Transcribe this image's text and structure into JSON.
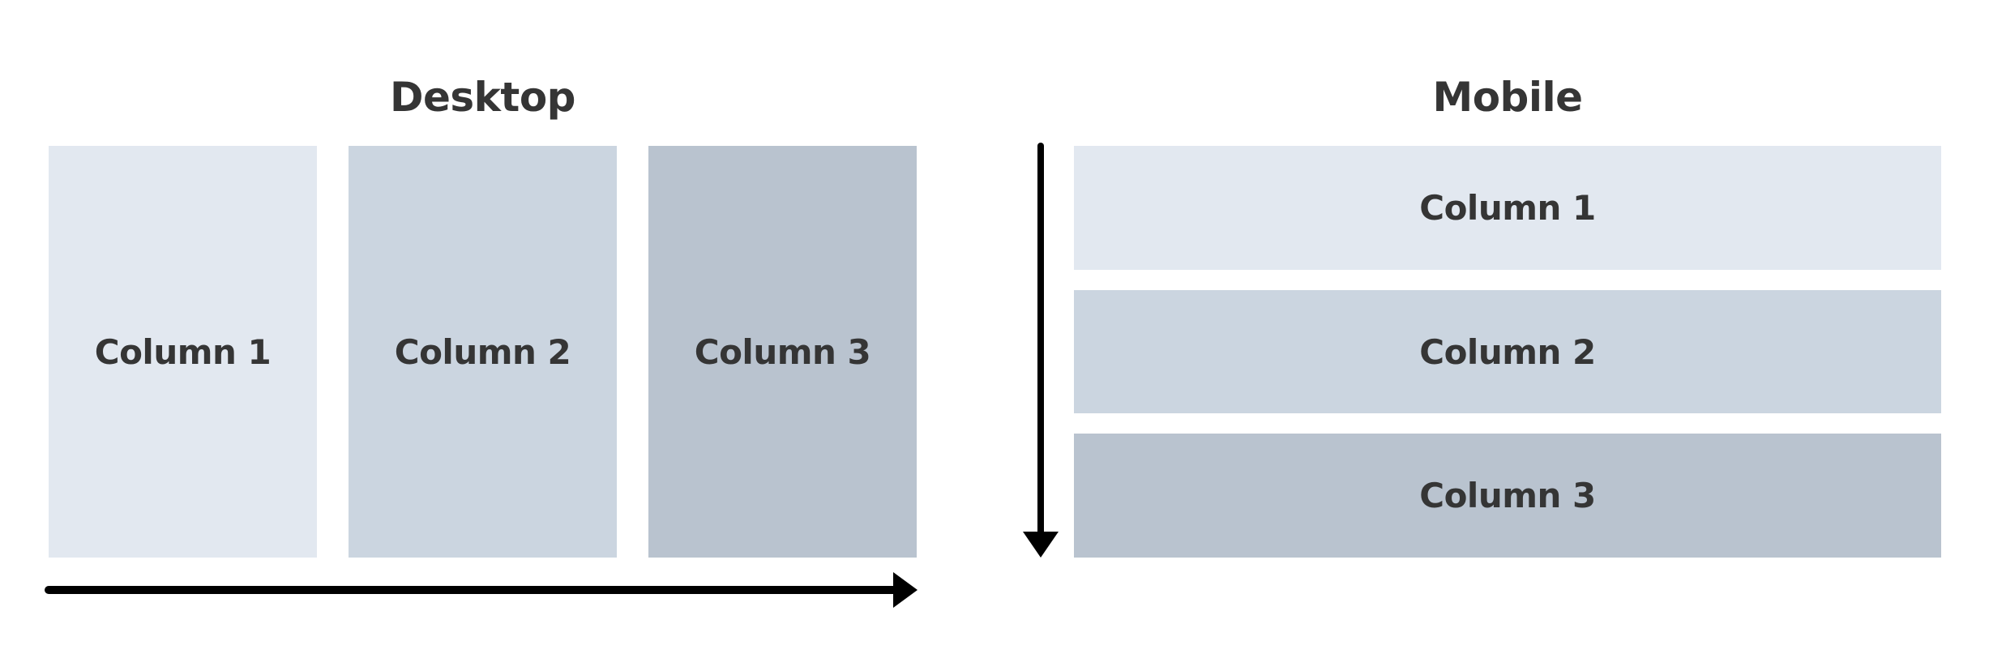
{
  "desktop": {
    "title": "Desktop",
    "columns": [
      "Column 1",
      "Column 2",
      "Column 3"
    ]
  },
  "mobile": {
    "title": "Mobile",
    "rows": [
      "Column 1",
      "Column 2",
      "Column 3"
    ]
  },
  "colors": {
    "shade_1": "#e2e8f0",
    "shade_2": "#cbd5e0",
    "shade_3": "#b9c3cf",
    "text": "#353535",
    "arrow": "#000000"
  },
  "icons": {
    "desktop_flow": "arrow-right-icon",
    "mobile_flow": "arrow-down-icon"
  }
}
